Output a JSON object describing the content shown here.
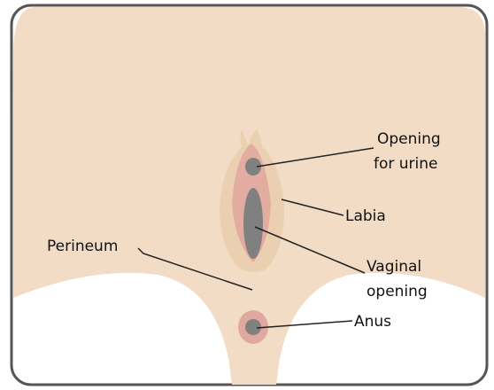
{
  "labels": {
    "opening_for_urine_line1": "Opening",
    "opening_for_urine_line2": "for urine",
    "labia": "Labia",
    "perineum": "Perineum",
    "vaginal_opening_line1": "Vaginal",
    "vaginal_opening_line2": "opening",
    "anus": "Anus"
  },
  "colors": {
    "skin": "#f2dcc6",
    "outer_labia": "#ead0b0",
    "inner_labia": "#e2aca0",
    "opening": "#808080",
    "anus_ring": "#e0a89e",
    "frame": "#555555",
    "leader_line": "#222222"
  }
}
